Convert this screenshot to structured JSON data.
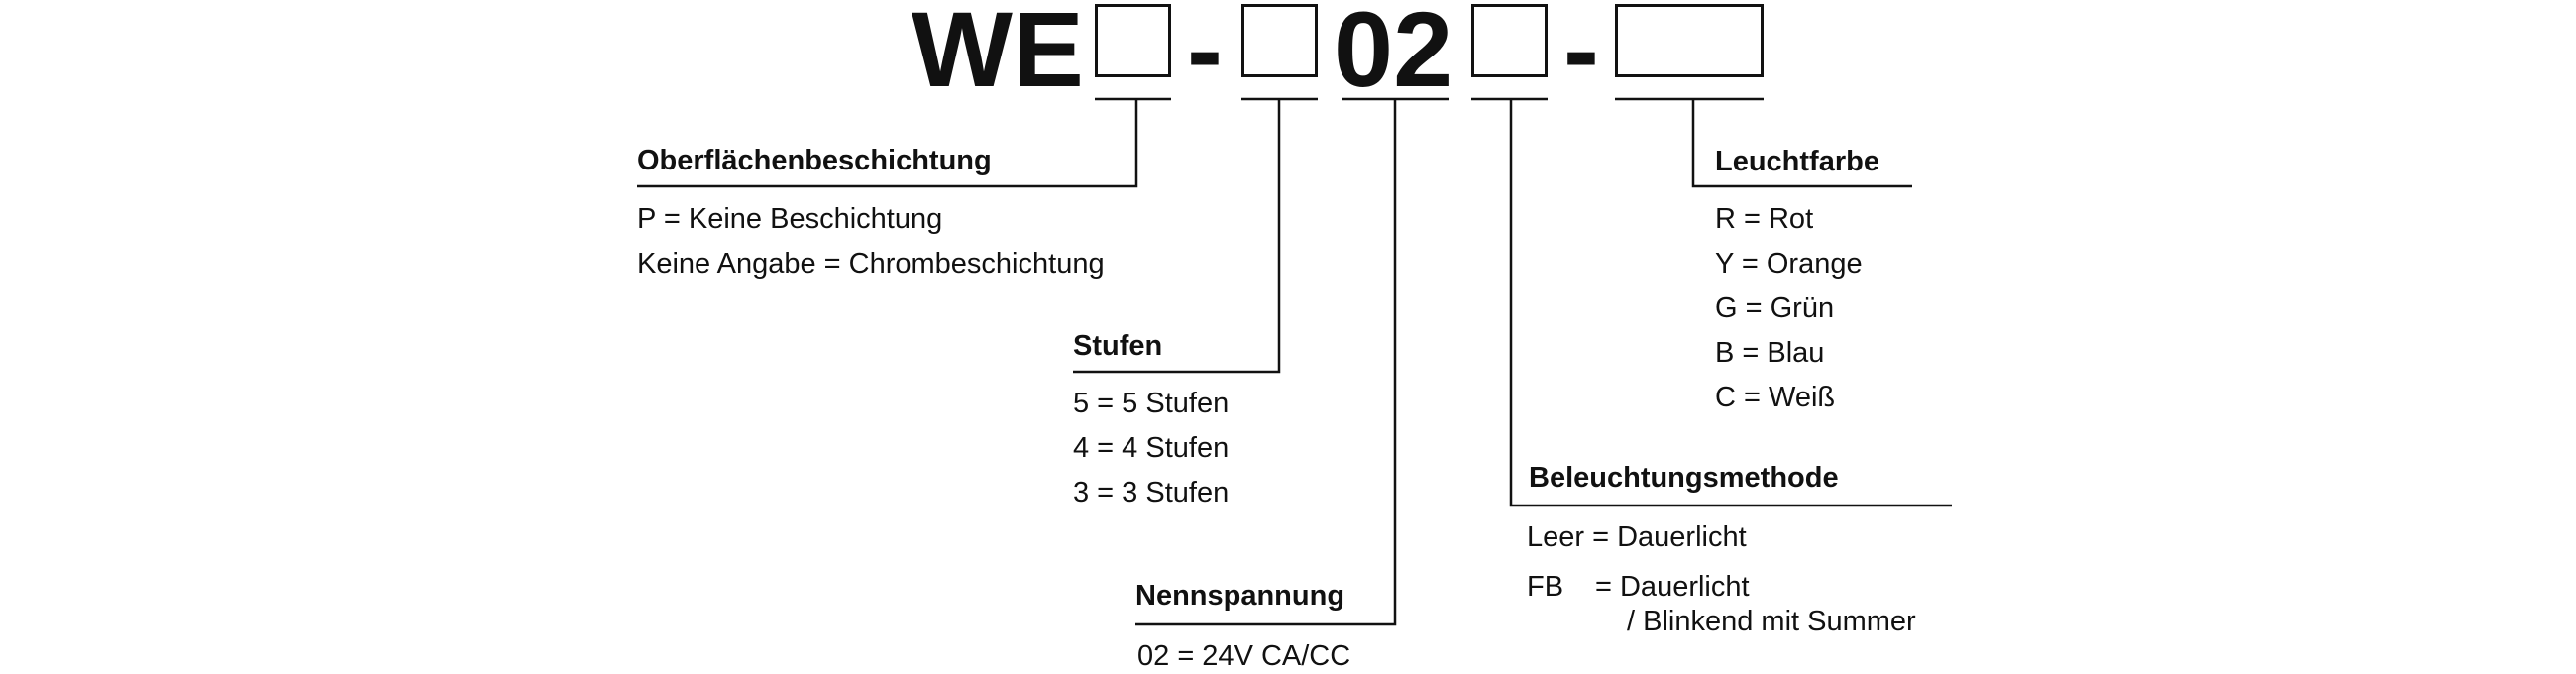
{
  "code": {
    "prefix": "WE",
    "dash1": "-",
    "mid": "02",
    "dash2": "-"
  },
  "groups": {
    "coating": {
      "title": "Oberflächenbeschichtung",
      "options": [
        "P = Keine Beschichtung",
        "Keine Angabe = Chrombeschichtung"
      ]
    },
    "stages": {
      "title": "Stufen",
      "options": [
        "5 = 5 Stufen",
        "4 = 4 Stufen",
        "3 = 3 Stufen"
      ]
    },
    "voltage": {
      "title": "Nennspannung",
      "options": [
        "02 = 24V CA/CC"
      ]
    },
    "lighting": {
      "title": "Beleuchtungsmethode",
      "options": [
        "Leer = Dauerlicht",
        "FB",
        "= Dauerlicht",
        "/ Blinkend mit Summer"
      ]
    },
    "color": {
      "title": "Leuchtfarbe",
      "options": [
        "R = Rot",
        "Y = Orange",
        "G = Grün",
        "B = Blau",
        "C = Weiß"
      ]
    }
  }
}
